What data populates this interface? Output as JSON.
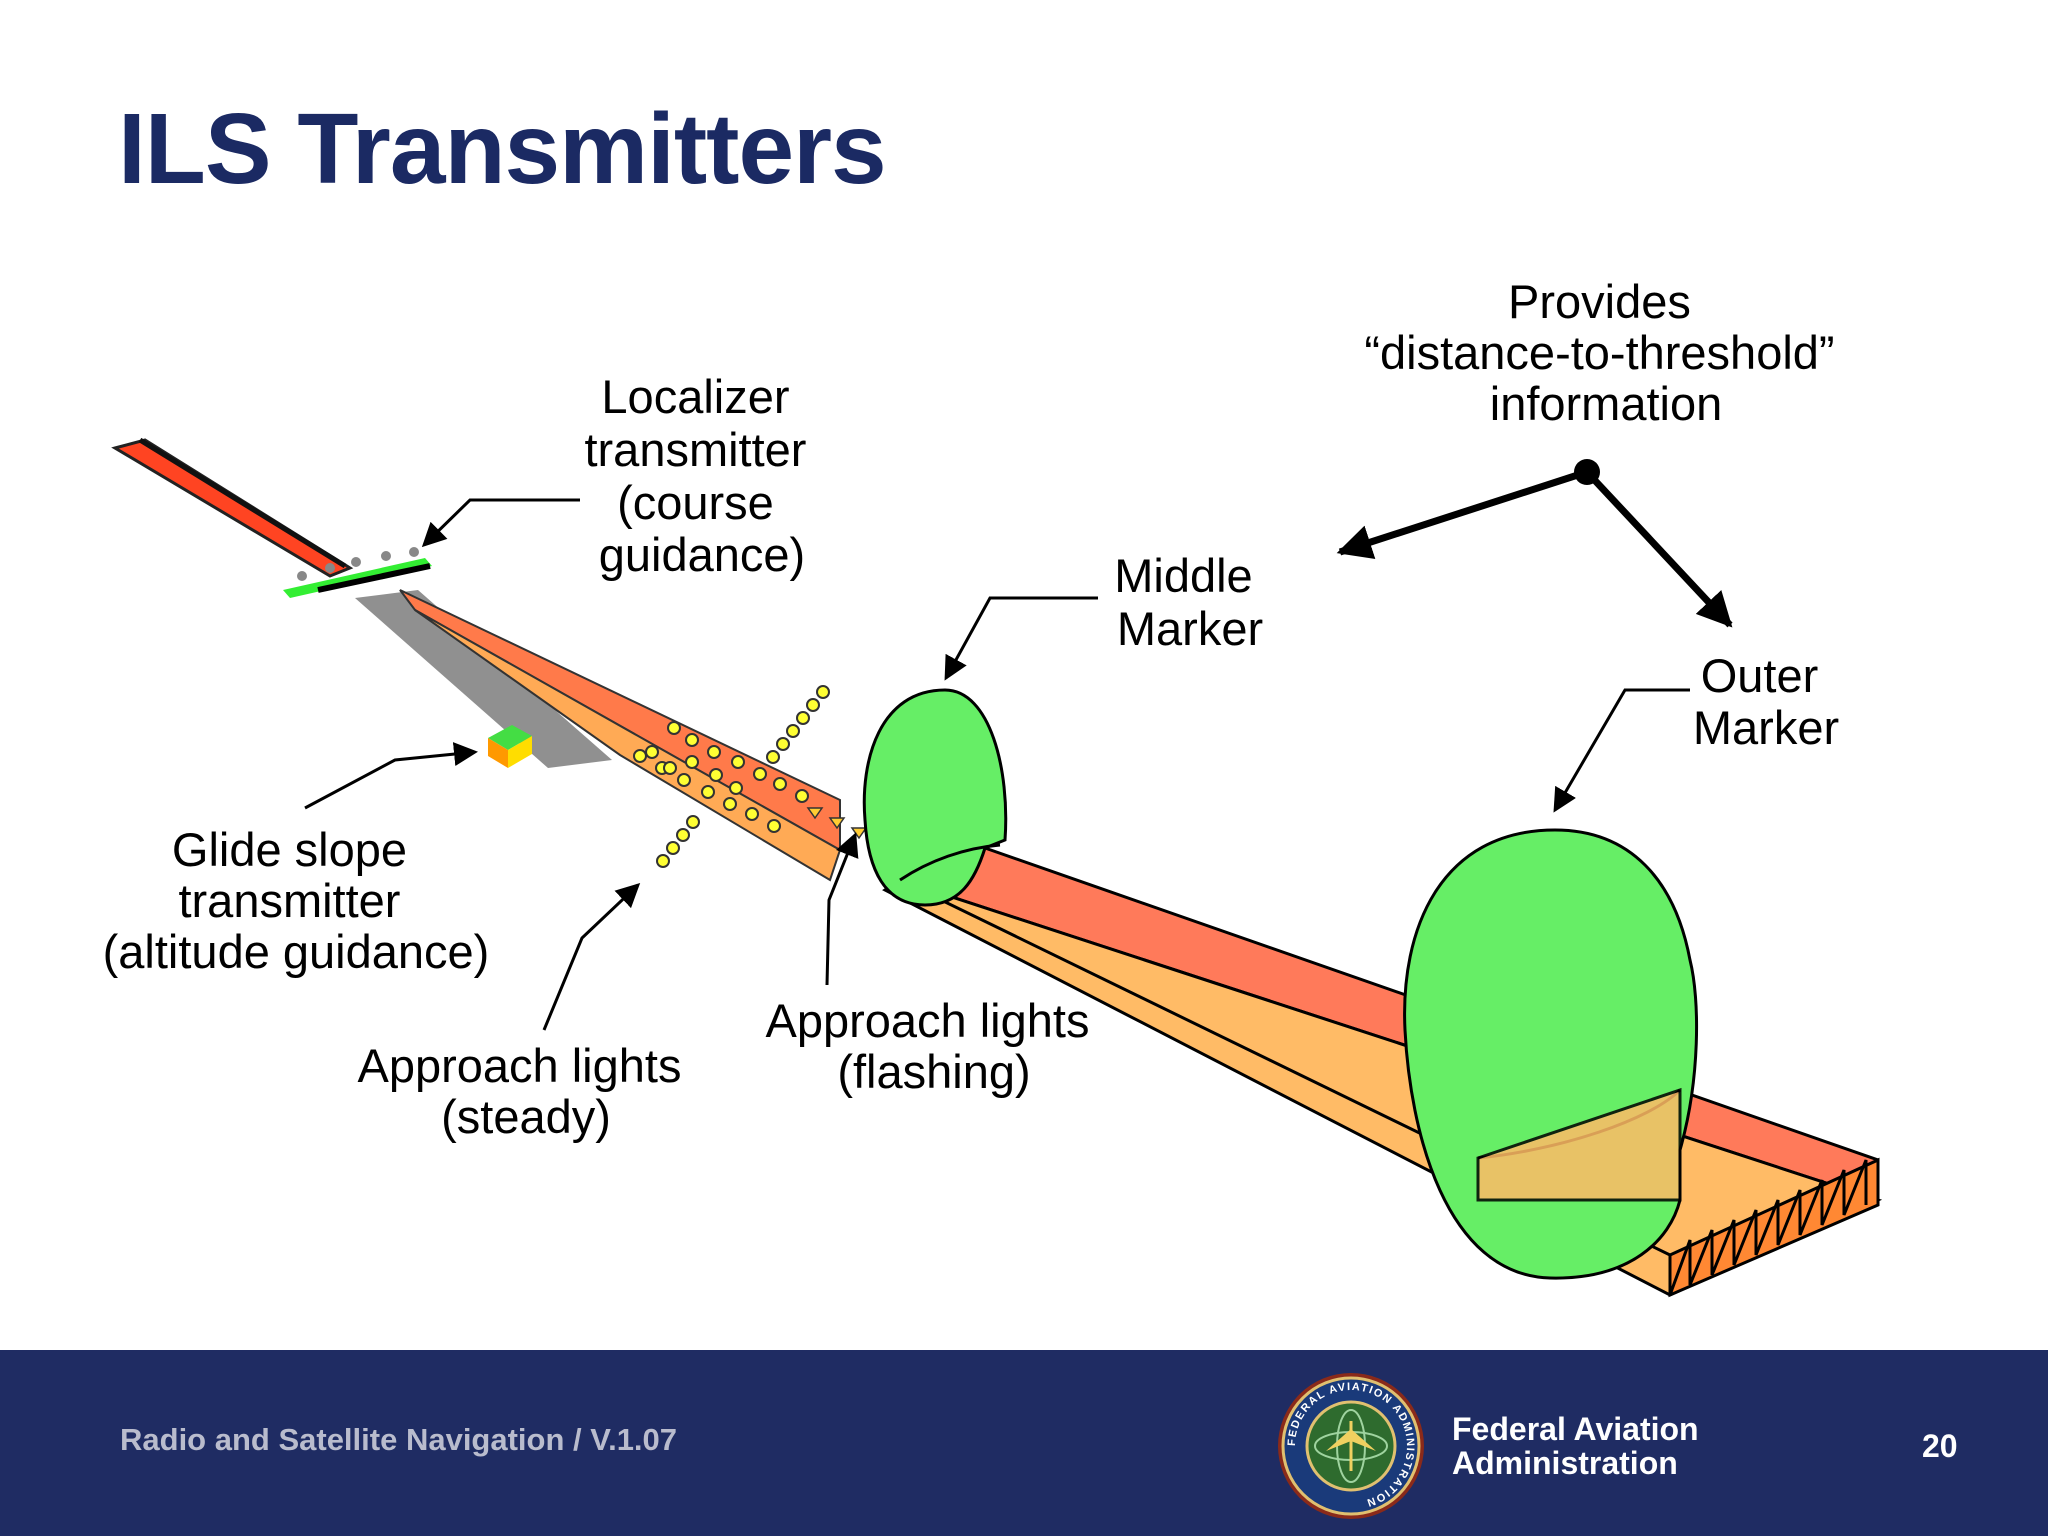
{
  "title": "ILS Transmitters",
  "labels": {
    "provides": [
      "Provides",
      "“distance-to-threshold”",
      "information"
    ],
    "localizer": [
      "Localizer",
      "transmitter",
      "(course",
      "guidance)"
    ],
    "middle_marker": [
      "Middle",
      "Marker"
    ],
    "outer_marker": [
      "Outer",
      "Marker"
    ],
    "glide_slope": [
      "Glide slope",
      "transmitter",
      "(altitude guidance)"
    ],
    "approach_steady": [
      "Approach lights",
      "(steady)"
    ],
    "approach_flashing": [
      "Approach lights",
      "(flashing)"
    ]
  },
  "footer": {
    "course_text": "Radio and Satellite Navigation / V.1.07",
    "agency_line1": "Federal Aviation",
    "agency_line2": "Administration",
    "page_number": "20",
    "seal_text": "FEDERAL AVIATION ADMINISTRATION"
  },
  "colors": {
    "title": "#1b2a63",
    "footer_bg": "#1f2c63",
    "marker_green": "#66ee66",
    "beam_red": "#ff5533",
    "beam_orange": "#ffb347",
    "light_yellow": "#ffff33"
  }
}
